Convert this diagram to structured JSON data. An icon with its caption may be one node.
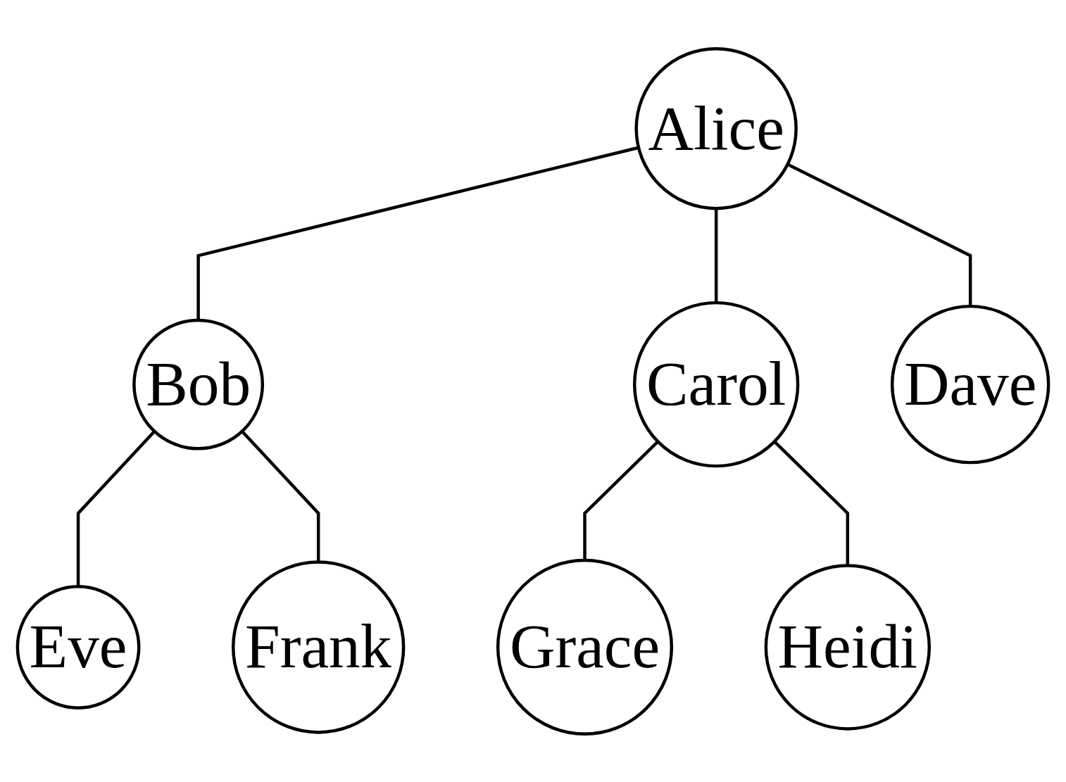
{
  "diagram": {
    "nodes": [
      {
        "text": [
          "Alice"
        ]
      },
      {
        "text": [
          "Bob"
        ]
      },
      {
        "text": [
          "Carol"
        ]
      },
      {
        "text": [
          "Dave"
        ]
      },
      {
        "text": [
          "Eve"
        ]
      },
      {
        "text": [
          "Frank"
        ]
      },
      {
        "text": [
          "Grace"
        ]
      },
      {
        "text": [
          "Heidi"
        ]
      }
    ],
    "edges": [
      {
        "from": 0,
        "to": 1,
        "arrow": "none"
      },
      {
        "from": 0,
        "to": 2,
        "arrow": "none"
      },
      {
        "from": 0,
        "to": 3,
        "arrow": "none"
      },
      {
        "from": 1,
        "to": 4,
        "arrow": "none"
      },
      {
        "from": 1,
        "to": 5,
        "arrow": "none"
      },
      {
        "from": 2,
        "to": 6,
        "arrow": "none"
      },
      {
        "from": 2,
        "to": 7,
        "arrow": "none"
      }
    ]
  }
}
